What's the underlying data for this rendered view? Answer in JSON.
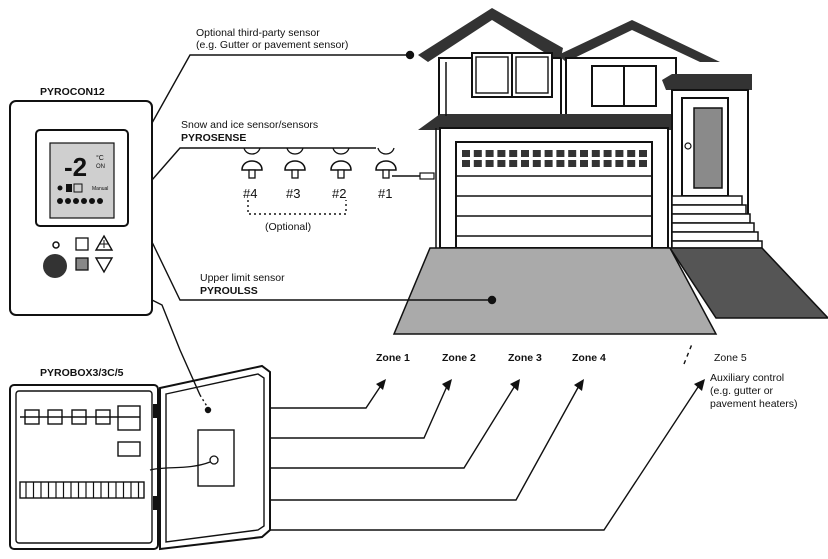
{
  "labels": {
    "optional_third_party": "Optional third-party sensor",
    "optional_third_party_example": "(e.g. Gutter or pavement sensor)",
    "snow_ice_sensor": "Snow and ice sensor/sensors",
    "pyrosense": "PYROSENSE",
    "pyrocon": "PYROCON12",
    "upper_limit": "Upper limit sensor",
    "pyroulss": "PYROULSS",
    "pyrobox": "PYROBOX3/3C/5",
    "optional": "(Optional)",
    "aux_control": "Auxiliary control",
    "aux_example_1": "(e.g. gutter or",
    "aux_example_2": "pavement heaters)"
  },
  "sensors": [
    {
      "label": "#4"
    },
    {
      "label": "#3"
    },
    {
      "label": "#2"
    },
    {
      "label": "#1"
    }
  ],
  "zones": [
    {
      "label": "Zone 1"
    },
    {
      "label": "Zone 2"
    },
    {
      "label": "Zone 3"
    },
    {
      "label": "Zone 4"
    },
    {
      "label": "Zone 5"
    }
  ],
  "thermostat_display": {
    "digit": "-2",
    "unit": "°C",
    "on": "ON",
    "mode": "Manual"
  },
  "colors": {
    "line": "#111111",
    "roof": "#333333",
    "driveway": "#aaaaaa",
    "driveway_dark": "#555555",
    "door": "#8a8a8a",
    "screen": "#cfcfcf"
  }
}
